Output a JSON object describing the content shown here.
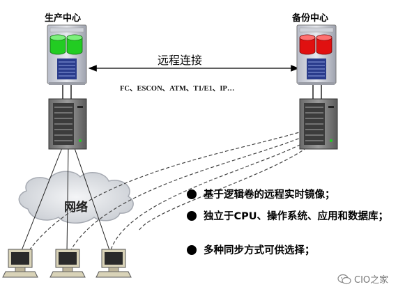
{
  "sites": {
    "production": "生产中心",
    "backup": "备份中心"
  },
  "link": {
    "label": "远程连接",
    "protocols": "FC、ESCON、ATM、T1/E1、IP…"
  },
  "network": {
    "label": "网络"
  },
  "features": [
    "基于逻辑卷的远程实时镜像；",
    "独立于CPU、操作系统、应用和数据库；",
    "多种同步方式可供选择；"
  ],
  "watermark": "CIO之家",
  "colors": {
    "production_storage": "#22cc22",
    "backup_storage": "#e01010"
  },
  "icons": [
    "storage-server-icon",
    "tower-server-icon",
    "cloud-icon",
    "desktop-pc-icon",
    "wechat-icon"
  ]
}
